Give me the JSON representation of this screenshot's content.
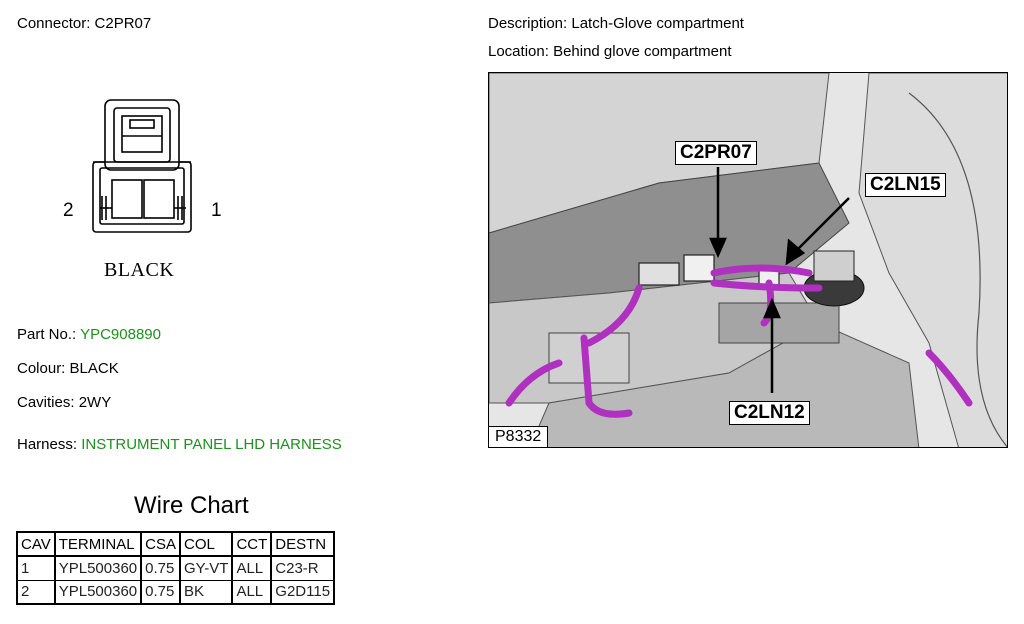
{
  "connector": {
    "label": "Connector:",
    "id": "C2PR07"
  },
  "description": {
    "label": "Description:",
    "value": "Latch-Glove compartment"
  },
  "location": {
    "label": "Location:",
    "value": "Behind glove compartment"
  },
  "diagram": {
    "pin_left": "2",
    "pin_right": "1",
    "colour_label": "BLACK"
  },
  "part": {
    "label": "Part No.:",
    "value": "YPC908890"
  },
  "colour": {
    "label": "Colour:",
    "value": "BLACK"
  },
  "cavities": {
    "label": "Cavities:",
    "value": "2WY"
  },
  "harness": {
    "label": "Harness:",
    "value": "INSTRUMENT PANEL LHD HARNESS"
  },
  "photo": {
    "callout_1": "C2PR07",
    "callout_2": "C2LN15",
    "callout_3": "C2LN12",
    "photo_id": "P8332"
  },
  "wire_chart": {
    "title": "Wire Chart",
    "headers": [
      "CAV",
      "TERMINAL",
      "CSA",
      "COL",
      "CCT",
      "DESTN"
    ],
    "rows": [
      [
        "1",
        "YPL500360",
        "0.75",
        "GY-VT",
        "ALL",
        "C23-R"
      ],
      [
        "2",
        "YPL500360",
        "0.75",
        "BK",
        "ALL",
        "G2D115"
      ]
    ]
  },
  "colors": {
    "link_green": "#1f8f1f",
    "wire_magenta": "#b030c0"
  }
}
